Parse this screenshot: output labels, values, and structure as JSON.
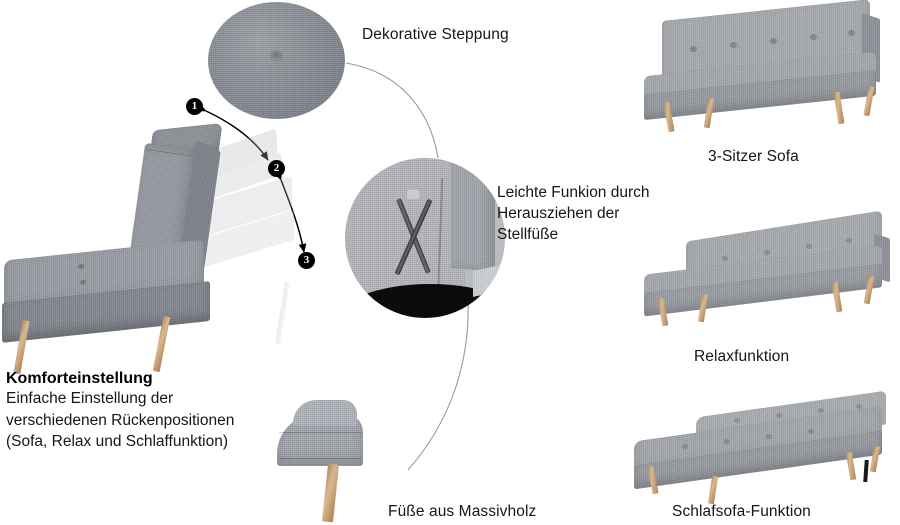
{
  "page": {
    "background": "#ffffff",
    "fabric_color": "#8b8f96",
    "fabric_light": "#a8abb0",
    "wood_color": "#c9a882",
    "line_color": "#9a9a9a",
    "text_color": "#161616"
  },
  "callouts": {
    "decorative_quilting": "Dekorative Steppung",
    "easy_function": [
      "Leichte Funkion durch",
      "Herausziehen der",
      "Stellfüße"
    ],
    "solid_wood_feet": "Füße aus Massivholz"
  },
  "comfort": {
    "heading": "Komforteinstellung",
    "lines": [
      "Einfache Einstellung der",
      "verschiedenen Rückenpositionen",
      "(Sofa, Relax und Schlaffunktion)"
    ]
  },
  "position_markers": [
    {
      "number": "1",
      "label": "position-sofa"
    },
    {
      "number": "2",
      "label": "position-relax"
    },
    {
      "number": "3",
      "label": "position-bed"
    }
  ],
  "modes": [
    {
      "id": "sofa",
      "label": "3-Sitzer Sofa"
    },
    {
      "id": "relax",
      "label": "Relaxfunktion"
    },
    {
      "id": "bed",
      "label": "Schlafsofa-Funktion"
    }
  ],
  "icons": {
    "tuft_button": "tuft-button-icon",
    "support_leg": "support-leg-icon",
    "wood_leg": "wood-leg-icon"
  }
}
